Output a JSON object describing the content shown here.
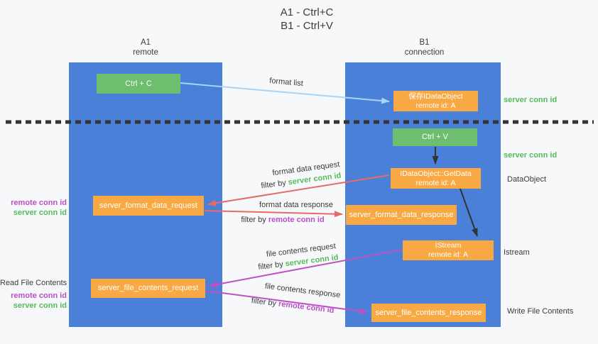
{
  "title": {
    "line1": "A1 - Ctrl+C",
    "line2": "B1 - Ctrl+V"
  },
  "lanes": {
    "a1": {
      "name": "A1",
      "subtitle": "remote"
    },
    "b1": {
      "name": "B1",
      "subtitle": "connection"
    }
  },
  "nodes": {
    "ctrl_c": {
      "label": "Ctrl + C"
    },
    "ctrl_v": {
      "label": "Ctrl + V"
    },
    "save_dataobject": {
      "line1": "保存IDataObject",
      "line2": "remote id: A"
    },
    "getdata": {
      "line1": "IDataObject::GetData",
      "line2": "remote id: A"
    },
    "istream": {
      "line1": "IStream",
      "line2": "remote id: A"
    },
    "format_request": {
      "label": "server_format_data_request"
    },
    "format_response": {
      "label": "server_format_data_response"
    },
    "file_request": {
      "label": "server_file_contents_request"
    },
    "file_response": {
      "label": "server_file_contents_response"
    }
  },
  "arrow_labels": {
    "format_list": "format list",
    "format_data_request": "format data request",
    "format_data_response": "format data response",
    "file_contents_request": "file contents request",
    "file_contents_response": "file contents response",
    "filter_by": "filter by"
  },
  "side_labels": {
    "server_conn_id": "server conn id",
    "remote_conn_id": "remote conn id",
    "dataobject": "DataObject",
    "istream": "Istream",
    "read_file_contents": "Read File Contents",
    "write_file_contents": "Write File Contents"
  },
  "colors": {
    "lane_blue": "#4a80d8",
    "node_green": "#6ebe70",
    "node_orange": "#f8a944",
    "text_green": "#55ba5c",
    "text_purple": "#ba50c6",
    "arrow_red": "#e76a6a",
    "arrow_magenta": "#c050c4",
    "arrow_light_blue": "#a9d3f3",
    "arrow_black": "#333333",
    "background": "#f7f8fa"
  }
}
